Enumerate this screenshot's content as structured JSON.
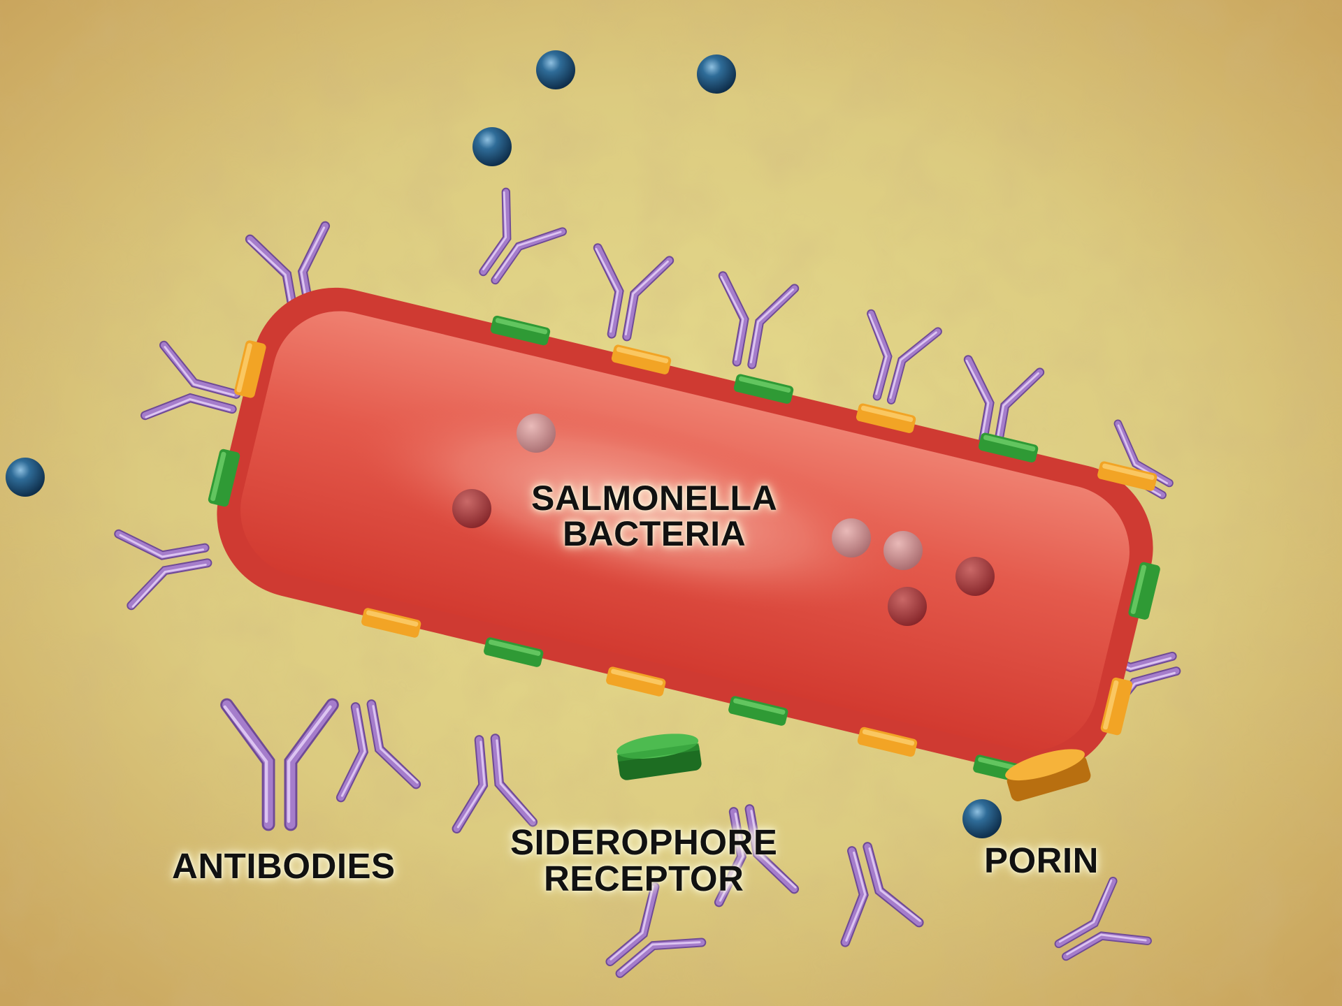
{
  "labels": {
    "bacterium": [
      "SALMONELLA",
      "BACTERIA"
    ],
    "antibodies": "ANTIBODIES",
    "siderophore_receptor": [
      "SIDEROPHORE",
      "RECEPTOR"
    ],
    "porin": "PORIN"
  },
  "colors": {
    "background": "#d9c77e",
    "background_edge": "#c9a45c",
    "cell_body": "#e2564a",
    "cell_membrane": "#cf3a32",
    "antibody": "#9a6cc0",
    "antibody_highlight": "#ddc2f2",
    "siderophore_receptor": "#2f9a35",
    "porin": "#f2a425",
    "iron_ion": "#1d5178",
    "inclusion": "#8e2d33"
  }
}
